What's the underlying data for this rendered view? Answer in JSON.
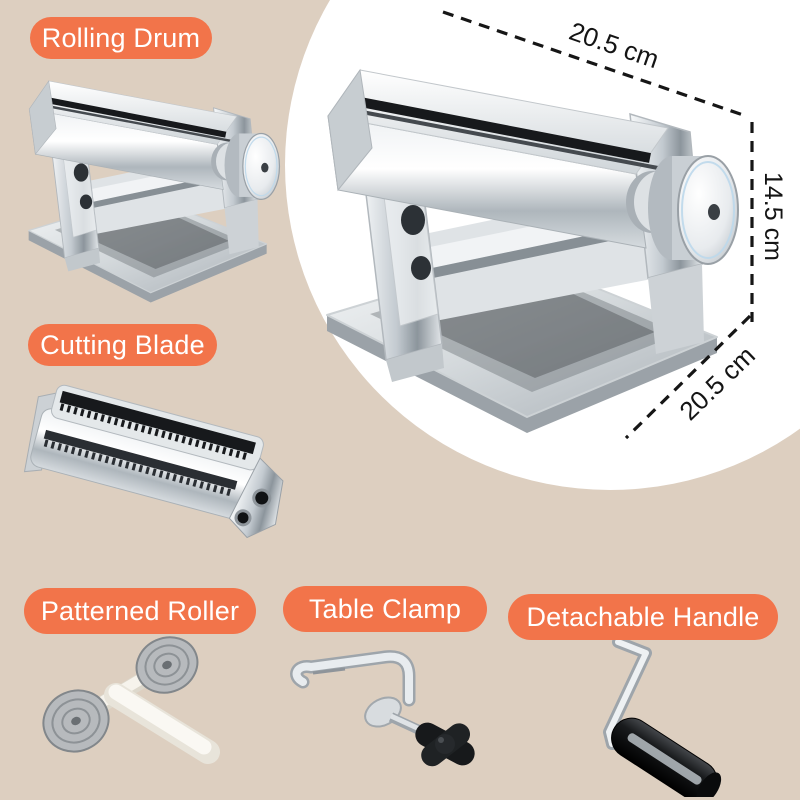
{
  "colors": {
    "background": "#ddcfc0",
    "spotlight": "#ffffff",
    "label_pill": "#f2744a",
    "label_text": "#ffffff",
    "dimension_lines_and_text": "#161616"
  },
  "callouts": {
    "rolling_drum": {
      "label": "Rolling Drum"
    },
    "cutting_blade": {
      "label": "Cutting Blade"
    },
    "patterned_roller": {
      "label": "Patterned Roller"
    },
    "table_clamp": {
      "label": "Table Clamp"
    },
    "detachable_handle": {
      "label": "Detachable Handle"
    }
  },
  "dimensions": {
    "top_width": "20.5 cm",
    "side_height": "14.5 cm",
    "bottom_depth": "20.5 cm"
  }
}
